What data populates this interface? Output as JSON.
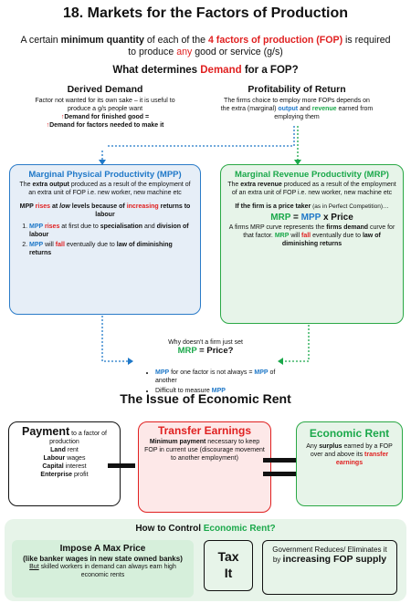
{
  "header": {
    "title": "18. Markets for the Factors of Production",
    "intro_1": "A certain ",
    "intro_2": "minimum quantity",
    "intro_3": " of each of the ",
    "intro_4": "4 factors of production (FOP)",
    "intro_5": " is required to produce ",
    "intro_6": "any",
    "intro_7": " good or service (g/s)",
    "question_1": "What determines ",
    "question_2": "Demand",
    "question_3": " for a FOP?"
  },
  "derived_demand": {
    "heading": "Derived Demand",
    "text": "Factor not wanted for its own sake – it is useful to produce a g/s people want",
    "line_1": "Demand for finished good =",
    "line_2": "Demand for factors needed to make it",
    "arrow_glyph": "↑"
  },
  "profitability": {
    "heading": "Profitability of Return",
    "text_1": "The firms choice to employ more FOPs depends on the extra (marginal) ",
    "text_2": "output",
    "text_3": " and ",
    "text_4": "revenue",
    "text_5": " earned from employing them"
  },
  "mpp": {
    "heading": "Marginal Physical Productivity (MPP)",
    "def_1": "The ",
    "def_2": "extra output",
    "def_3": " produced as a result of the employment of an extra unit of FOP i.e. new worker, new machine etc",
    "rise_1": "MPP",
    "rise_2": " rises",
    "rise_3": " at ",
    "rise_4": "low",
    "rise_5": " levels because of ",
    "rise_6": "increasing",
    "rise_7": " returns to labour",
    "item1_1": "MPP",
    "item1_2": " rises",
    "item1_3": " at first due to ",
    "item1_4": "specialisation",
    "item1_5": " and ",
    "item1_6": "division of labour",
    "item2_1": "MPP",
    "item2_2": " will ",
    "item2_3": "fall",
    "item2_4": " eventually due to ",
    "item2_5": "law of diminishing returns"
  },
  "mrp": {
    "heading": "Marginal Revenue Productivity (MRP)",
    "def_1": "The ",
    "def_2": "extra revenue",
    "def_3": " produced as a result of the employment of an extra unit of FOP i.e. new worker, new machine etc",
    "taker_1": "If the firm is a price taker",
    "taker_2": " (as in Perfect Competition)…",
    "formula_1": "MRP",
    "formula_2": " = ",
    "formula_3": "MPP",
    "formula_4": " x Price",
    "curve_1": "A firms MRP curve represents the ",
    "curve_2": "firms demand",
    "curve_3": " curve for that factor. ",
    "curve_4": "MRP",
    "curve_5": " will ",
    "curve_6": "fall",
    "curve_7": " eventually due to ",
    "curve_8": "law of diminishing returns"
  },
  "why": {
    "line_1": "Why doesn't a firm just set",
    "line_2a": "MRP",
    "line_2b": " = Price?",
    "b1_1": "MPP",
    "b1_2": " for one factor is not always = ",
    "b1_3": "MPP",
    "b1_4": " of another",
    "b2_1": "Difficult to measure ",
    "b2_2": "MPP"
  },
  "rent": {
    "title": "The Issue of Economic Rent",
    "pay_1": "Payment",
    "pay_2": " to a factor of production",
    "pay_land_1": "Land",
    "pay_land_2": " rent",
    "pay_labour_1": "Labour",
    "pay_labour_2": " wages",
    "pay_capital_1": "Capital",
    "pay_capital_2": " interest",
    "pay_ent_1": "Enterprise",
    "pay_ent_2": " profit",
    "te_heading": "Transfer Earnings",
    "te_1": "Minimum payment",
    "te_2": " necessary to keep FOP in current use (discourage movement to another employment)",
    "er_heading": "Economic Rent",
    "er_1": "Any ",
    "er_2": "surplus",
    "er_3": " earned by a FOP over and above its ",
    "er_4": "transfer earnings"
  },
  "control": {
    "q_1": "How to Control ",
    "q_2": "Economic Rent?",
    "mp_heading": "Impose A Max Price",
    "mp_sub": "(like banker wages in new state owned banks)",
    "mp_text_1": "But",
    "mp_text_2": " skilled workers in demand can always earn high economic rents",
    "tax_1": "Tax",
    "tax_2": "It",
    "gov_1": "Government Reduces/ Eliminates it by ",
    "gov_2": "increasing",
    "gov_3": " FOP supply"
  },
  "colors": {
    "red": "#e02020",
    "blue": "#1f78c8",
    "green": "#1aa84a",
    "mpp_bg": "#e6eef7",
    "mrp_bg": "#e7f4e9",
    "te_bg": "#fde8e8"
  }
}
